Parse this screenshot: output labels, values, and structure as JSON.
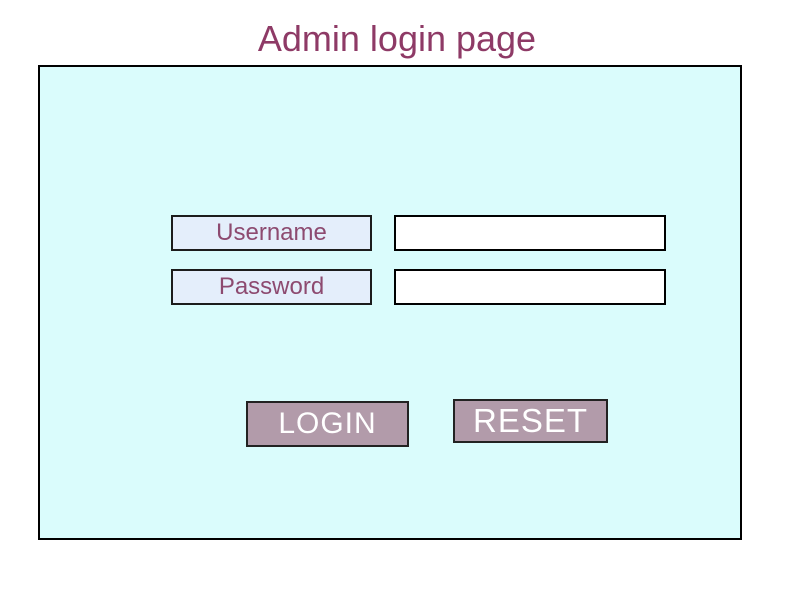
{
  "page": {
    "title": "Admin login page"
  },
  "form": {
    "username": {
      "label": "Username",
      "value": "",
      "placeholder": ""
    },
    "password": {
      "label": "Password",
      "value": "",
      "placeholder": ""
    },
    "buttons": {
      "login": "LOGIN",
      "reset": "RESET"
    }
  },
  "colors": {
    "title_text": "#8E3A66",
    "panel_background": "#DAFCFC",
    "panel_border": "#000000",
    "label_background": "#E4EEFB",
    "label_text": "#8D4A70",
    "input_background": "#FFFFFF",
    "button_background": "#B29BAA",
    "button_text": "#FFFFFF"
  }
}
